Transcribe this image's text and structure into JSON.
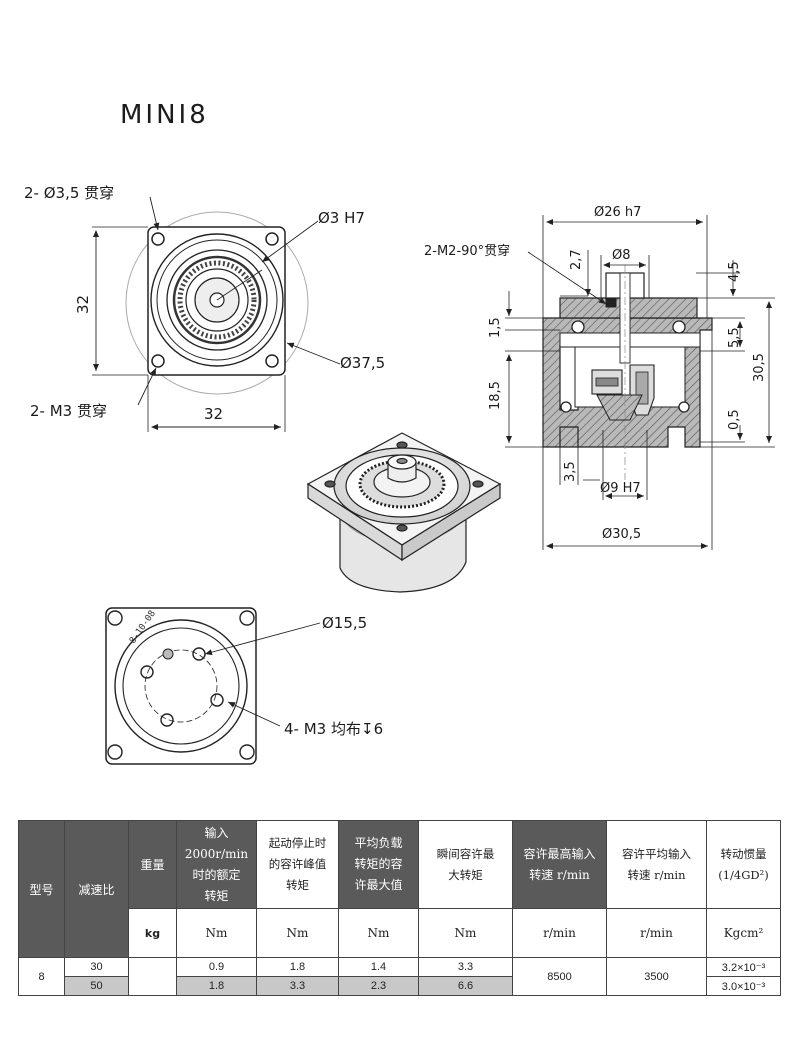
{
  "title": "MINI8",
  "top_view": {
    "hole_through": "2- Ø3,5 贯穿",
    "bore": "Ø3 H7",
    "width_vertical": "32",
    "flange_dia": "Ø37,5",
    "thread_through": "2- M3 贯穿",
    "width_horizontal": "32"
  },
  "side_section": {
    "shaft_dia": "Ø26 h7",
    "set_screw": "2-M2-90°贯穿",
    "dim_2_7": "2,7",
    "inner_dia": "Ø8",
    "dim_4_5": "4,5",
    "dim_1_5": "1,5",
    "dim_5_5": "5,5",
    "dim_30_5": "30,5",
    "dim_18_5": "18,5",
    "dim_0_5": "0,5",
    "dim_3_5": "3,5",
    "bottom_bore": "Ø9 H7",
    "body_dia": "Ø30,5"
  },
  "bottom_view": {
    "pcd": "Ø15,5",
    "threads": "4- M3 均布",
    "depth": "6",
    "engraving": "8-10-08"
  },
  "table": {
    "headers": {
      "model": "型号",
      "ratio": "减速比",
      "weight": "重量",
      "rated_torque": [
        "输入",
        "2000r/min",
        "时的额定",
        "转矩"
      ],
      "peak_torque": [
        "起动停止时",
        "的容许峰值",
        "转矩"
      ],
      "avg_torque": [
        "平均负载",
        "转矩的容",
        "许最大值"
      ],
      "instant_torque": [
        "瞬间容许最",
        "大转矩"
      ],
      "max_speed": [
        "容许最高输入",
        "转速 r/min"
      ],
      "avg_speed": [
        "容许平均输入",
        "转速 r/min"
      ],
      "inertia": [
        "转动惯量",
        "(1/4GD²)"
      ]
    },
    "units": {
      "weight": "kg",
      "rated_torque": "Nm",
      "peak_torque": "Nm",
      "avg_torque": "Nm",
      "instant_torque": "Nm",
      "max_speed": "r/min",
      "avg_speed": "r/min",
      "inertia": "Kgcm²"
    },
    "model": "8",
    "max_speed": "8500",
    "avg_speed": "3500",
    "rows": [
      {
        "ratio": "30",
        "rated": "0.9",
        "peak": "1.8",
        "avg": "1.4",
        "instant": "3.3",
        "inertia": "3.2×10⁻³"
      },
      {
        "ratio": "50",
        "rated": "1.8",
        "peak": "3.3",
        "avg": "2.3",
        "instant": "6.6",
        "inertia": "3.0×10⁻³"
      }
    ]
  }
}
